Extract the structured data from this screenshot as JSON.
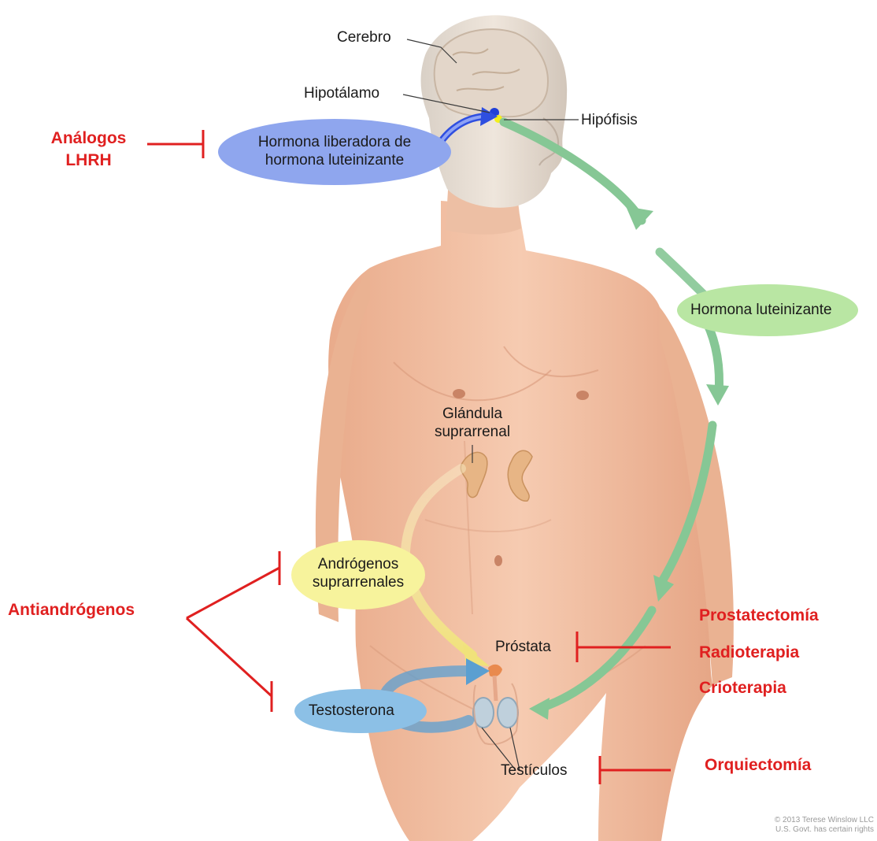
{
  "anatomy_labels": {
    "cerebro": "Cerebro",
    "hipotalamo": "Hipotálamo",
    "hipofisis": "Hipófisis",
    "glandula_line1": "Glándula",
    "glandula_line2": "suprarrenal",
    "prostata": "Próstata",
    "testiculos": "Testículos"
  },
  "hormones": {
    "lhrh_line1": "Hormona liberadora de",
    "lhrh_line2": "hormona luteinizante",
    "lh": "Hormona luteinizante",
    "adrenal_line1": "Andrógenos",
    "adrenal_line2": "suprarrenales",
    "testosterone": "Testosterona"
  },
  "treatments": {
    "lhrh_analogs_line1": "Análogos",
    "lhrh_analogs_line2": "LHRH",
    "antiandrogens": "Antiandrógenos",
    "prostatectomy": "Prostatectomía",
    "radiotherapy": "Radioterapia",
    "cryotherapy": "Crioterapia",
    "orchiectomy": "Orquiectomía"
  },
  "copyright": {
    "line1": "© 2013 Terese Winslow LLC",
    "line2": "U.S. Govt. has certain rights"
  },
  "colors": {
    "skin": "#f2bfa2",
    "inhibitor_red": "#e02020",
    "lhrh_pathway": "#7a8ff0",
    "lh_pathway": "#86c795",
    "adrenal_pathway": "#f2ea8e",
    "testosterone_pathway": "#5b9fd1"
  }
}
